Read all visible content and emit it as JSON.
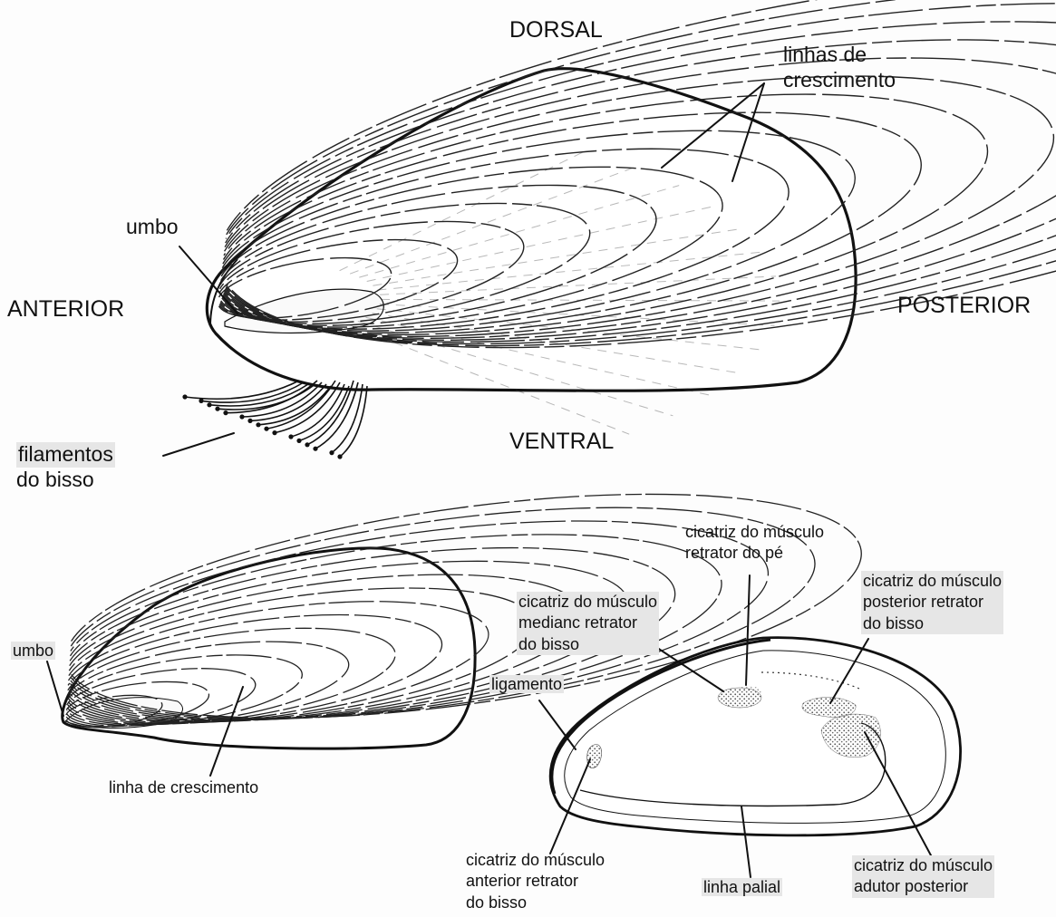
{
  "orientation": {
    "dorsal": "DORSAL",
    "ventral": "VENTRAL",
    "anterior": "ANTERIOR",
    "posterior": "POSTERIOR"
  },
  "top_shell": {
    "umbo": "umbo",
    "growth_lines": [
      "linhas de",
      "crescimento"
    ],
    "byssus": [
      "filamentos",
      "do bisso"
    ]
  },
  "bottom_left_shell": {
    "umbo": "umbo",
    "growth_line": "linha de crescimento"
  },
  "inner_valve": {
    "foot_retractor": [
      "cicatriz do músculo",
      "retrator do pé"
    ],
    "median_retractor": [
      "cicatriz do músculo",
      "medianc retrator",
      "do bisso"
    ],
    "posterior_retractor": [
      "cicatriz do músculo",
      "posterior retrator",
      "do bisso"
    ],
    "ligament": "ligamento",
    "anterior_retractor": [
      "cicatriz do músculo",
      "anterior retrator",
      "do bisso"
    ],
    "pallial_line": "linha palial",
    "posterior_adductor": [
      "cicatriz do músculo",
      "adutor posterior"
    ]
  },
  "colors": {
    "ink": "#111111",
    "stipple": "#8a8a8a",
    "highlight": "#e6e6e6"
  },
  "icons": [
    "mussel-shell-outer-large",
    "mussel-shell-outer-small",
    "mussel-valve-inner"
  ]
}
